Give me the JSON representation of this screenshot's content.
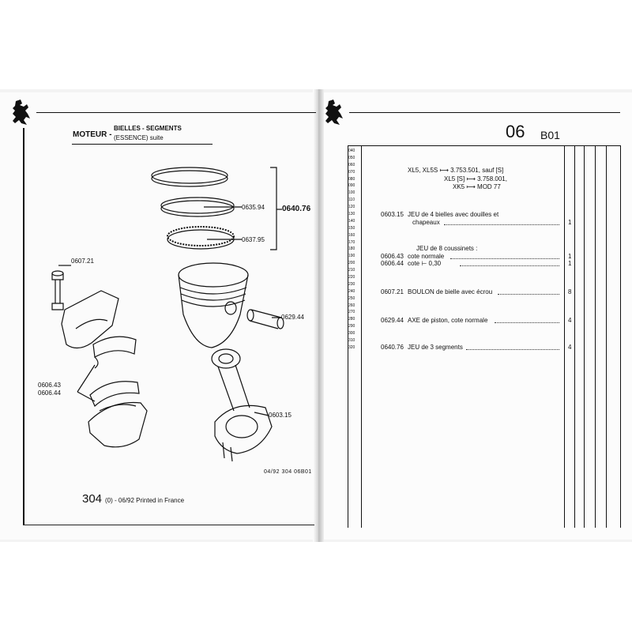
{
  "left_page": {
    "header": {
      "section": "MOTEUR -",
      "title_line1": "BIELLES - SEGMENTS",
      "title_line2": "(ESSENCE) suite"
    },
    "callouts": {
      "c0635": "0635.94",
      "c0640": "0640.76",
      "c0637": "0637.95",
      "c0607": "0607.21",
      "c0629": "0629.44",
      "c0606a": "0606.43",
      "c0606b": "0606.44",
      "c0603": "0603.15"
    },
    "footer_ref": "04/92  304  06B01",
    "footer_model": "304",
    "footer_model_suffix": "(0) - 06/92 Printed in France"
  },
  "right_page": {
    "header": {
      "group": "06",
      "subgroup": "B01"
    },
    "line_numbers": [
      "040",
      "050",
      "060",
      "070",
      "080",
      "090",
      "100",
      "110",
      "120",
      "130",
      "140",
      "150",
      "160",
      "170",
      "180",
      "190",
      "200",
      "210",
      "220",
      "230",
      "240",
      "250",
      "260",
      "270",
      "280",
      "290",
      "300",
      "310",
      "320"
    ],
    "applicability": {
      "line1": "XL5, XL5S ⟼  3.753.501, sauf [S]",
      "line2": "XL5 [S] ⟼  3.758.001,",
      "line3": "XK5 ⟼  MOD 77"
    },
    "parts": [
      {
        "ref": "0603.15",
        "desc": "JEU de 4 bielles avec douilles et",
        "desc2": "chapeaux",
        "qty": "1"
      },
      {
        "ref": "",
        "desc": "JEU de 8 coussinets :",
        "desc2": "",
        "qty": ""
      },
      {
        "ref": "0606.43",
        "desc": "cote normale",
        "desc2": "",
        "qty": "1"
      },
      {
        "ref": "0606.44",
        "desc": "cote ⊢ 0,30",
        "desc2": "",
        "qty": "1"
      },
      {
        "ref": "0607.21",
        "desc": "BOULON de bielle avec écrou",
        "desc2": "",
        "qty": "8"
      },
      {
        "ref": "0629.44",
        "desc": "AXE de piston, cote normale",
        "desc2": "",
        "qty": "4"
      },
      {
        "ref": "0640.76",
        "desc": "JEU de 3 segments",
        "desc2": "",
        "qty": "4"
      }
    ]
  }
}
